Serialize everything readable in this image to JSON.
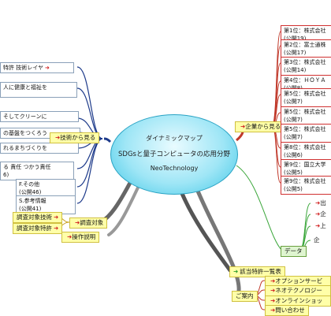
{
  "center": {
    "line1": "ダイナミックマップ",
    "line2": "SDGsと量子コンピュータの応用分野",
    "line3": "NeoTechnology"
  },
  "branches": {
    "left_main": "技術から見る",
    "right_main": "企業から見る",
    "research_target": "調査対象",
    "research_tech": "調査対象技術",
    "research_patent": "調査対象特許",
    "operation": "操作説明",
    "patents_list": "該当特許一覧表",
    "data": "データ",
    "intro": "ご案内"
  },
  "left_items": [
    {
      "lines": [
        "特許 技術レイヤ"
      ]
    },
    {
      "lines": [
        "人に健康と福祉を"
      ]
    },
    {
      "lines": [
        "そしてクリーンに"
      ]
    },
    {
      "lines": [
        "の基盤をつくろう"
      ]
    },
    {
      "lines": [
        "れるまちづくりを"
      ]
    },
    {
      "lines": [
        "る 責任 つかう責任",
        "6)"
      ]
    },
    {
      "lines": [
        "F.その他",
        "(公開46)"
      ]
    },
    {
      "lines": [
        "S.参考情報",
        "(公開41)"
      ]
    }
  ],
  "companies": [
    {
      "l1": "第1位：株式会社",
      "l2": "(公開19)"
    },
    {
      "l1": "第2位：富士通株",
      "l2": "(公開17)"
    },
    {
      "l1": "第3位：株式会社",
      "l2": "(公開14)"
    },
    {
      "l1": "第4位：ＨＯＹＡ",
      "l2": "(公開8)"
    },
    {
      "l1": "第5位：株式会社",
      "l2": "(公開7)"
    },
    {
      "l1": "第5位：株式会社",
      "l2": "(公開7)"
    },
    {
      "l1": "第5位：株式会社",
      "l2": "(公開7)"
    },
    {
      "l1": "第8位：株式会社",
      "l2": "(公開6)"
    },
    {
      "l1": "第9位：国立大学",
      "l2": "(公開5)"
    },
    {
      "l1": "第9位：株式会社",
      "l2": "(公開5)"
    }
  ],
  "data_items": [
    "出",
    "企",
    "上",
    "企"
  ],
  "intro_items": [
    "オプションサービス",
    "ネオテクノロジーWEB",
    "オンラインショップ",
    "問い合わせ"
  ],
  "colors": {
    "left_line": "#1d3a8a",
    "right_line": "#c0392b",
    "green_line": "#3aa63a",
    "center": "#9fe6f6",
    "highlight": "#ffffa8"
  }
}
